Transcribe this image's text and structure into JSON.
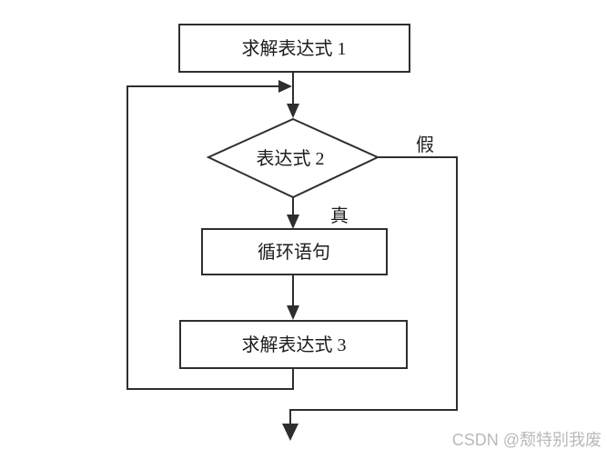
{
  "colors": {
    "line": "#2e2e2e",
    "text": "#1c1c1c",
    "box_fill": "#ffffff",
    "background": "#ffffff",
    "watermark": "#b9b9b9"
  },
  "flowchart": {
    "nodes": [
      {
        "id": "init",
        "type": "process",
        "label": "求解表达式 1"
      },
      {
        "id": "condition",
        "type": "decision",
        "label": "表达式 2"
      },
      {
        "id": "body",
        "type": "process",
        "label": "循环语句"
      },
      {
        "id": "update",
        "type": "process",
        "label": "求解表达式 3"
      }
    ],
    "branch_labels": {
      "true": "真",
      "false": "假"
    }
  },
  "watermark": {
    "text": "CSDN @颓特别我废"
  }
}
